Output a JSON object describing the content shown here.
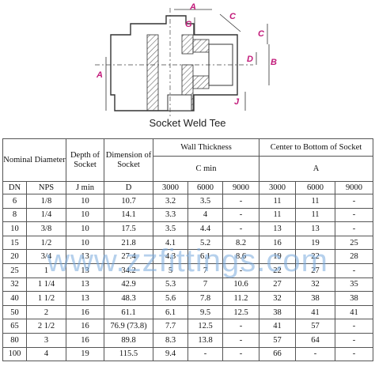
{
  "drawing": {
    "caption": "Socket Weld Tee",
    "dim_labels": [
      "A",
      "G",
      "C",
      "C",
      "D",
      "B",
      "A",
      "J"
    ]
  },
  "table": {
    "head": {
      "nominal_diameter": "Nominal Diameter",
      "depth_of_socket": "Depth of Socket",
      "dimension_of_socket": "Dimension of Socket",
      "wall_thickness": "Wall Thickness",
      "wall_sub": "C min",
      "center": "Center to Bottom of Socket",
      "center_sub": "A",
      "cols": [
        "DN",
        "NPS",
        "J min",
        "D",
        "3000",
        "6000",
        "9000",
        "3000",
        "6000",
        "9000"
      ]
    },
    "rows": [
      [
        "6",
        "1/8",
        "10",
        "10.7",
        "3.2",
        "3.5",
        "-",
        "11",
        "11",
        "-"
      ],
      [
        "8",
        "1/4",
        "10",
        "14.1",
        "3.3",
        "4",
        "-",
        "11",
        "11",
        "-"
      ],
      [
        "10",
        "3/8",
        "10",
        "17.5",
        "3.5",
        "4.4",
        "-",
        "13",
        "13",
        "-"
      ],
      [
        "15",
        "1/2",
        "10",
        "21.8",
        "4.1",
        "5.2",
        "8.2",
        "16",
        "19",
        "25"
      ],
      [
        "20",
        "3/4",
        "13",
        "27.4",
        "4.3",
        "6.1",
        "8.6",
        "19",
        "22",
        "28"
      ],
      [
        "25",
        "1",
        "13",
        "34.2",
        "5",
        "7",
        "-",
        "22",
        "27",
        "-"
      ],
      [
        "32",
        "1 1/4",
        "13",
        "42.9",
        "5.3",
        "7",
        "10.6",
        "27",
        "32",
        "35"
      ],
      [
        "40",
        "1 1/2",
        "13",
        "48.3",
        "5.6",
        "7.8",
        "11.2",
        "32",
        "38",
        "38"
      ],
      [
        "50",
        "2",
        "16",
        "61.1",
        "6.1",
        "9.5",
        "12.5",
        "38",
        "41",
        "41"
      ],
      [
        "65",
        "2 1/2",
        "16",
        "76.9 (73.8)",
        "7.7",
        "12.5",
        "-",
        "41",
        "57",
        "-"
      ],
      [
        "80",
        "3",
        "16",
        "89.8",
        "8.3",
        "13.8",
        "-",
        "57",
        "64",
        "-"
      ],
      [
        "100",
        "4",
        "19",
        "115.5",
        "9.4",
        "-",
        "-",
        "66",
        "-",
        "-"
      ]
    ]
  },
  "watermark": "www.zzfittings.com"
}
